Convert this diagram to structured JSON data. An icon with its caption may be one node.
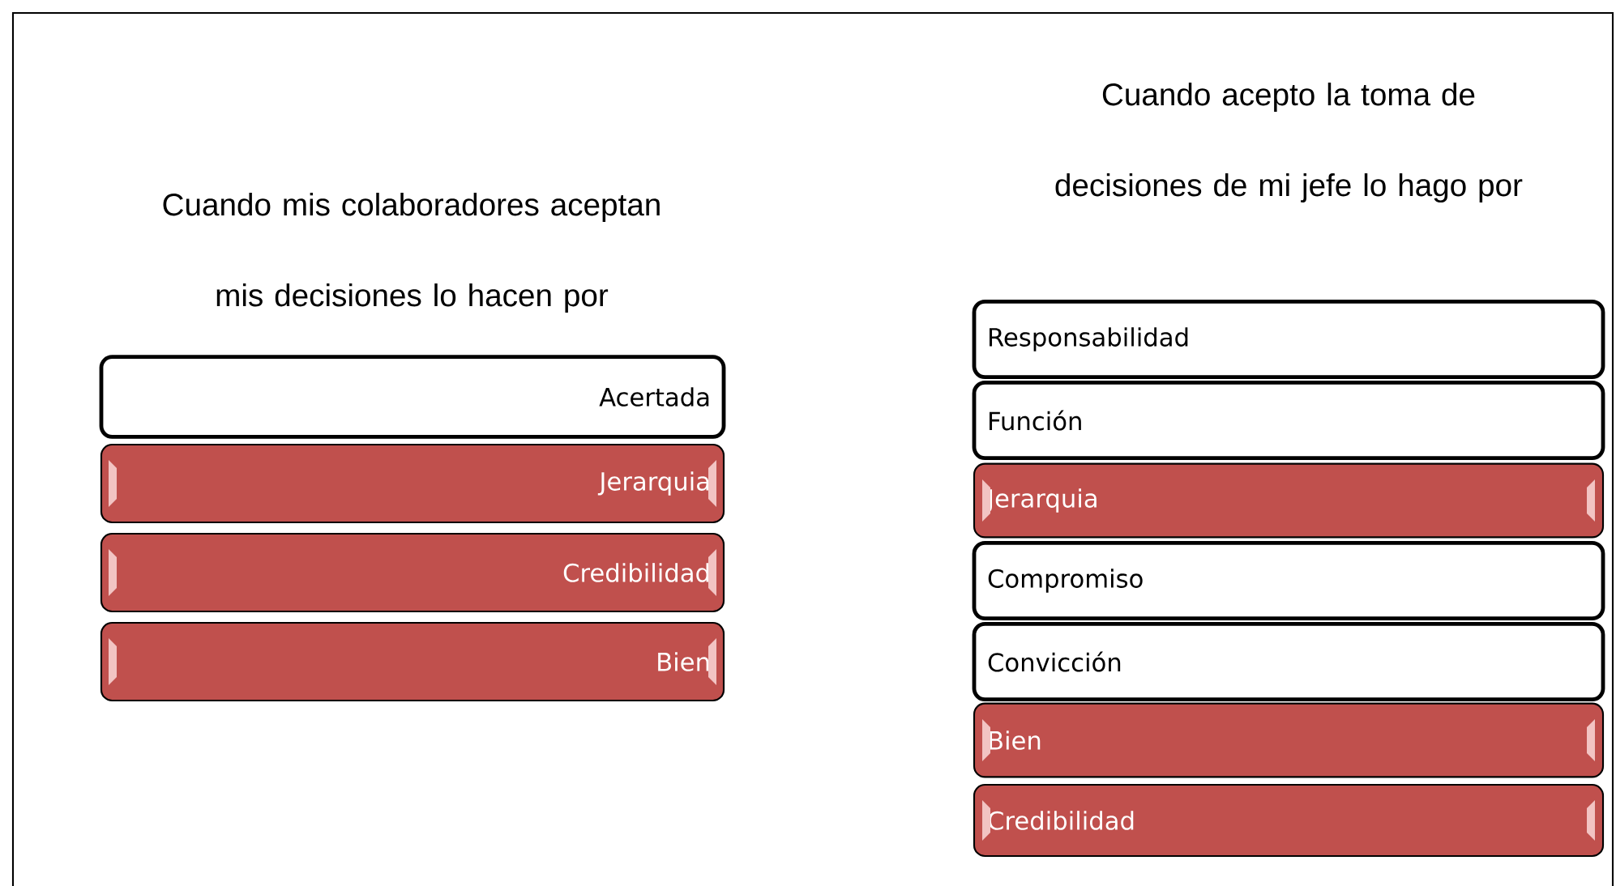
{
  "diagram": {
    "nodes": [
      {
        "text": [
          "Acertada"
        ]
      },
      {
        "text": [
          "Jerarquia"
        ]
      },
      {
        "text": [
          "Credibilidad"
        ]
      },
      {
        "text": [
          "Bien"
        ]
      },
      {
        "text": [
          "Responsabilidad"
        ]
      },
      {
        "text": [
          "Función"
        ]
      },
      {
        "text": [
          "Jerarquia"
        ]
      },
      {
        "text": [
          "Compromiso"
        ]
      },
      {
        "text": [
          "Convicción"
        ]
      },
      {
        "text": [
          "Bien"
        ]
      },
      {
        "text": [
          "Credibilidad"
        ]
      }
    ],
    "labels": [
      "Cuando mis colaboradores aceptan mis decisiones lo hacen por",
      "Cuando acepto la toma de decisiones de mi jefe lo hago por"
    ]
  }
}
